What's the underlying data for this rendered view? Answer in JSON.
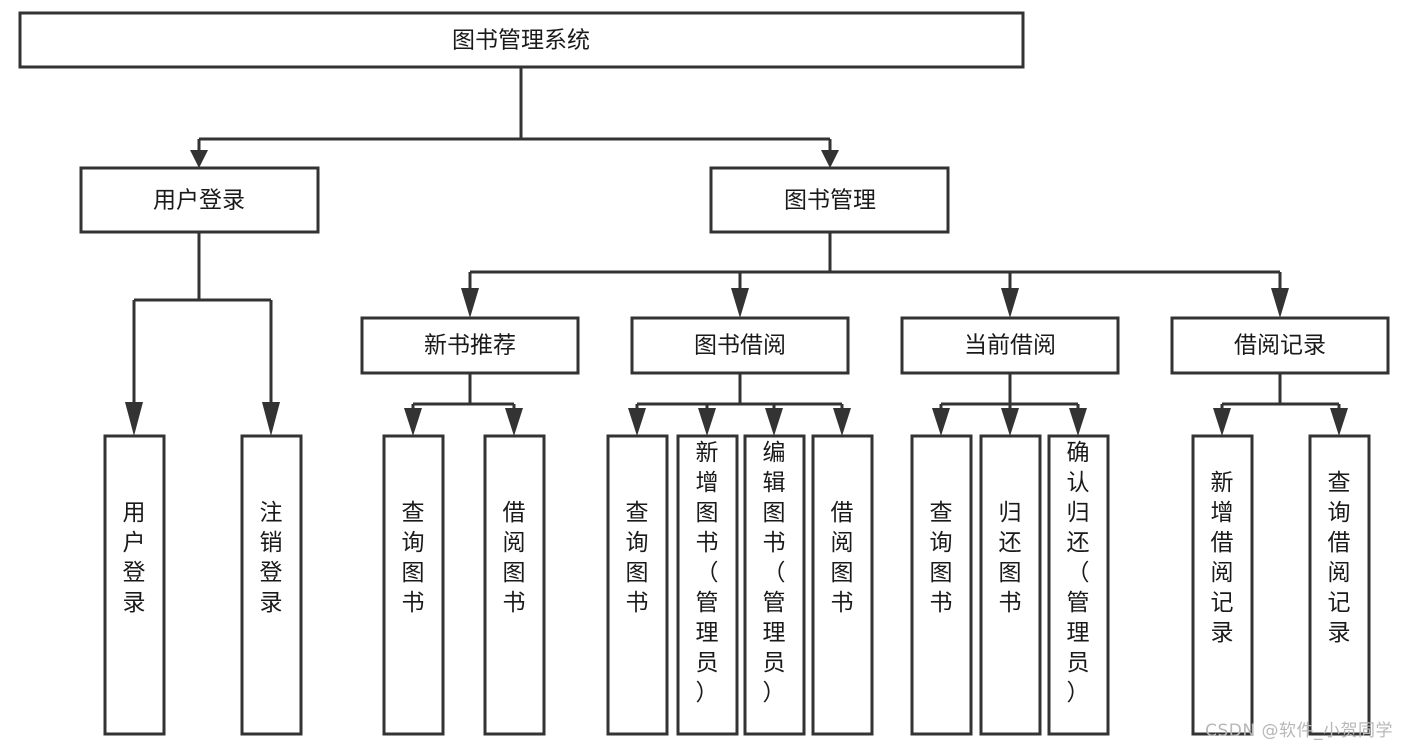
{
  "diagram": {
    "type": "tree-hierarchy",
    "title": "图书管理系统",
    "orientation": "top-down",
    "watermark": "CSDN @软件_小贺同学",
    "colors": {
      "box_stroke": "#333333",
      "box_fill": "#ffffff",
      "text": "#1a1a1a",
      "background": "#ffffff",
      "watermark": "#b8b8b8"
    },
    "levels": [
      {
        "level": 1,
        "nodes": [
          {
            "id": "root",
            "label": "图书管理系统",
            "text_direction": "horizontal"
          }
        ]
      },
      {
        "level": 2,
        "nodes": [
          {
            "id": "login",
            "label": "用户登录",
            "text_direction": "horizontal",
            "parent": "root"
          },
          {
            "id": "bookmgmt",
            "label": "图书管理",
            "text_direction": "horizontal",
            "parent": "root"
          }
        ]
      },
      {
        "level": 3,
        "nodes": [
          {
            "id": "newbook",
            "label": "新书推荐",
            "text_direction": "horizontal",
            "parent": "bookmgmt"
          },
          {
            "id": "borrow",
            "label": "图书借阅",
            "text_direction": "horizontal",
            "parent": "bookmgmt"
          },
          {
            "id": "current",
            "label": "当前借阅",
            "text_direction": "horizontal",
            "parent": "bookmgmt"
          },
          {
            "id": "record",
            "label": "借阅记录",
            "text_direction": "horizontal",
            "parent": "bookmgmt"
          }
        ]
      },
      {
        "level": 4,
        "nodes": [
          {
            "id": "leaf-user-login",
            "label": "用户登录",
            "text_direction": "vertical",
            "parent": "login"
          },
          {
            "id": "leaf-user-logout",
            "label": "注销登录",
            "text_direction": "vertical",
            "parent": "login"
          },
          {
            "id": "leaf-query-book-1",
            "label": "查询图书",
            "text_direction": "vertical",
            "parent": "newbook"
          },
          {
            "id": "leaf-borrow-book-1",
            "label": "借阅图书",
            "text_direction": "vertical",
            "parent": "newbook"
          },
          {
            "id": "leaf-query-book-2",
            "label": "查询图书",
            "text_direction": "vertical",
            "parent": "borrow"
          },
          {
            "id": "leaf-add-book",
            "label": "新增图书（管理员）",
            "text_direction": "vertical",
            "parent": "borrow"
          },
          {
            "id": "leaf-edit-book",
            "label": "编辑图书（管理员）",
            "text_direction": "vertical",
            "parent": "borrow"
          },
          {
            "id": "leaf-borrow-book-2",
            "label": "借阅图书",
            "text_direction": "vertical",
            "parent": "borrow"
          },
          {
            "id": "leaf-query-book-3",
            "label": "查询图书",
            "text_direction": "vertical",
            "parent": "current"
          },
          {
            "id": "leaf-return-book",
            "label": "归还图书",
            "text_direction": "vertical",
            "parent": "current"
          },
          {
            "id": "leaf-confirm-return",
            "label": "确认归还（管理员）",
            "text_direction": "vertical",
            "parent": "current"
          },
          {
            "id": "leaf-add-record",
            "label": "新增借阅记录",
            "text_direction": "vertical",
            "parent": "record"
          },
          {
            "id": "leaf-query-record",
            "label": "查询借阅记录",
            "text_direction": "vertical",
            "parent": "record"
          }
        ]
      }
    ]
  }
}
